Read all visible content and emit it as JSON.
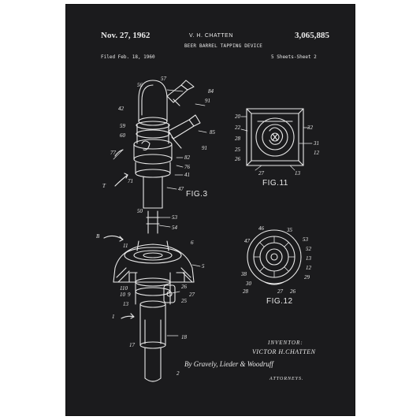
{
  "patent": {
    "date": "Nov. 27, 1962",
    "inventor_header": "V. H. CHATTEN",
    "number": "3,065,885",
    "title": "BEER BARREL TAPPING DEVICE",
    "filed": "Filed Feb. 18, 1960",
    "sheets": "5 Sheets-Sheet 2"
  },
  "figures": {
    "fig3": "FIG.3",
    "fig11": "FIG.11",
    "fig12": "FIG.12"
  },
  "reference_numerals": {
    "fig3_upper": [
      "56",
      "57",
      "84",
      "91",
      "42",
      "85",
      "59",
      "60",
      "91",
      "77",
      "82",
      "76",
      "41",
      "71",
      "47",
      "T"
    ],
    "fig3_lower": [
      "50",
      "53",
      "54",
      "B",
      "11",
      "6",
      "5",
      "110",
      "9",
      "10",
      "13",
      "26",
      "25",
      "27",
      "1",
      "17",
      "18",
      "2"
    ],
    "fig11": [
      "20",
      "22",
      "28",
      "25",
      "26",
      "32",
      "31",
      "12",
      "27",
      "13"
    ],
    "fig12": [
      "46",
      "35",
      "47",
      "53",
      "52",
      "13",
      "12",
      "38",
      "29",
      "30",
      "28",
      "27",
      "26"
    ]
  },
  "signature": {
    "inventor_label": "INVENTOR:",
    "inventor_name": "VICTOR H.CHATTEN",
    "attorneys_line": "By Gravely, Lieder & Woodruff",
    "attorneys_label": "ATTORNEYS."
  },
  "colors": {
    "background": "#1b1b1d",
    "ink": "#e9e9e9"
  }
}
